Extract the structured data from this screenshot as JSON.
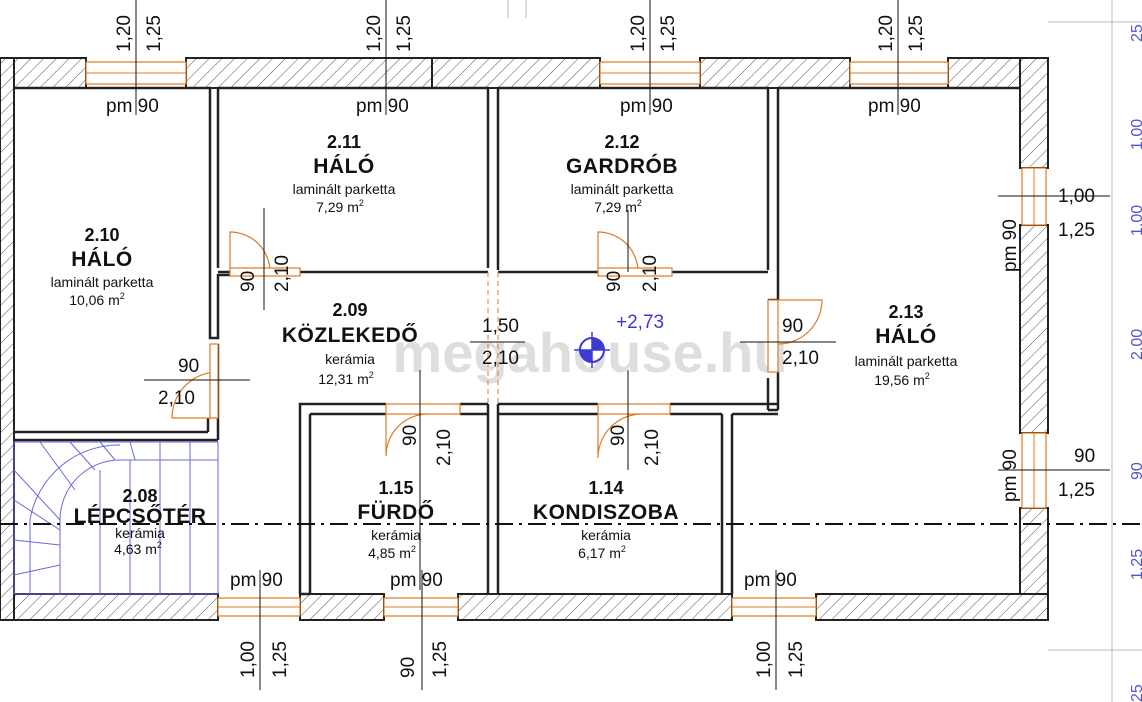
{
  "watermark": "megahouse.hu",
  "level_mark": "+2,73",
  "rooms": [
    {
      "id": "2.10",
      "name": "HÁLÓ",
      "floor": "laminált parketta",
      "area": "10,06 m",
      "sup": "2"
    },
    {
      "id": "2.11",
      "name": "HÁLÓ",
      "floor": "laminált parketta",
      "area": "7,29 m",
      "sup": "2"
    },
    {
      "id": "2.12",
      "name": "GARDRÓB",
      "floor": "laminált parketta",
      "area": "7,29 m",
      "sup": "2"
    },
    {
      "id": "2.09",
      "name": "KÖZLEKEDŐ",
      "floor": "kerámia",
      "area": "12,31 m",
      "sup": "2"
    },
    {
      "id": "2.13",
      "name": "HÁLÓ",
      "floor": "laminált parketta",
      "area": "19,56 m",
      "sup": "2"
    },
    {
      "id": "2.08",
      "name": "LÉPCSŐTÉR",
      "floor": "kerámia",
      "area": "4,63 m",
      "sup": "2"
    },
    {
      "id": "1.15",
      "name": "FÜRDŐ",
      "floor": "kerámia",
      "area": "4,85 m",
      "sup": "2"
    },
    {
      "id": "1.14",
      "name": "KONDISZOBA",
      "floor": "kerámia",
      "area": "6,17 m",
      "sup": "2"
    }
  ],
  "windows": {
    "top": [
      {
        "w": "1,20",
        "h": "1,25",
        "pm": "pm 90"
      },
      {
        "w": "1,20",
        "h": "1,25",
        "pm": "pm 90"
      },
      {
        "w": "1,20",
        "h": "1,25",
        "pm": "pm 90"
      },
      {
        "w": "1,20",
        "h": "1,25",
        "pm": "pm 90"
      }
    ],
    "right": [
      {
        "pm": "pm 90",
        "w": "1,00",
        "h": "1,25"
      },
      {
        "pm": "pm 90",
        "w": "90",
        "h": "1,25"
      }
    ],
    "bottom": [
      {
        "pm": "pm 90",
        "w": "1,00",
        "h": "1,25"
      },
      {
        "pm": "pm 90",
        "w": "90",
        "h": "1,25"
      },
      {
        "pm": "pm 90",
        "w": "1,00",
        "h": "1,25"
      }
    ]
  },
  "doors": [
    {
      "w": "90",
      "h": "2,10"
    },
    {
      "w": "90",
      "h": "2,10"
    },
    {
      "w": "90",
      "h": "2,10"
    },
    {
      "w": "90",
      "h": "2,10"
    },
    {
      "w": "90",
      "h": "2,10"
    },
    {
      "w": "90",
      "h": "2,10"
    }
  ],
  "opening": {
    "w": "1,50",
    "h": "2,10"
  },
  "edge_marks": [
    "25",
    "1,00",
    "1,00",
    "2,00",
    "90",
    "1,25",
    "25"
  ]
}
